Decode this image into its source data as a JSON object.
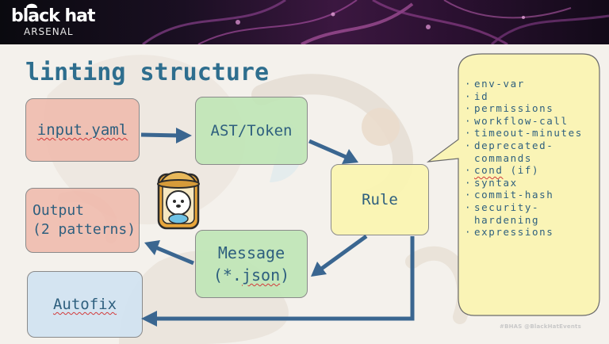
{
  "banner": {
    "logo_main": "black hat",
    "logo_sub": "ARSENAL"
  },
  "slide": {
    "title": "linting structure"
  },
  "diagram": {
    "input": "input.yaml",
    "ast": "AST/Token",
    "rule": "Rule",
    "output_line1": "Output",
    "output_line2": "(2 patterns)",
    "message_line1": "Message",
    "message_prefix": "(*.",
    "message_ext": "json",
    "message_suffix": ")",
    "autofix": "Autofix"
  },
  "rules": {
    "items": [
      "env-var",
      "id",
      "permissions",
      "workflow-call",
      "timeout-minutes",
      "deprecated-commands",
      "cond (if)",
      "syntax",
      "commit-hash",
      "security-hardening",
      "expressions"
    ]
  },
  "footer": {
    "hashtags": "#BHAS  @BlackHatEvents"
  },
  "colors": {
    "accent": "#2e6e8e",
    "arrow": "#3a6690",
    "input_fill": "#eeb8aa",
    "ast_fill": "#bfe6b6",
    "rule_fill": "#faf4b2",
    "autofix_fill": "#d0e2f2"
  },
  "icons": [
    "hat-logo-icon",
    "mascot-icon"
  ]
}
